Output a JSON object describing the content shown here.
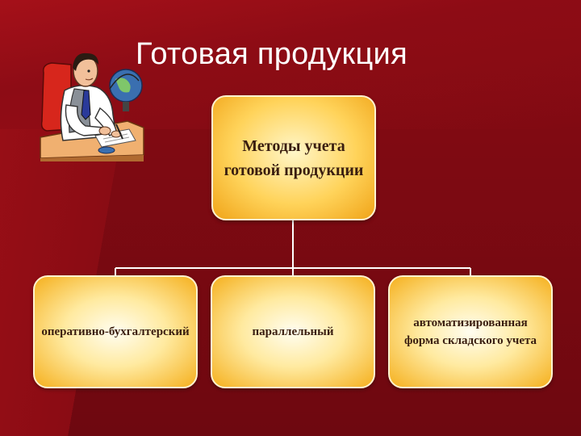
{
  "slide": {
    "title": "Готовая продукция"
  },
  "diagram": {
    "root": "Методы учета готовой продукции",
    "children": [
      "оперативно-бухгалтерский",
      "параллельный",
      "автоматизированная форма складского учета"
    ]
  },
  "colors": {
    "background": "#7a0a10",
    "node_fill": "#ffd35a",
    "node_border": "#fff3d0",
    "connector": "#ffffff"
  },
  "icons": {
    "clipart": "accountant-at-desk-icon"
  }
}
